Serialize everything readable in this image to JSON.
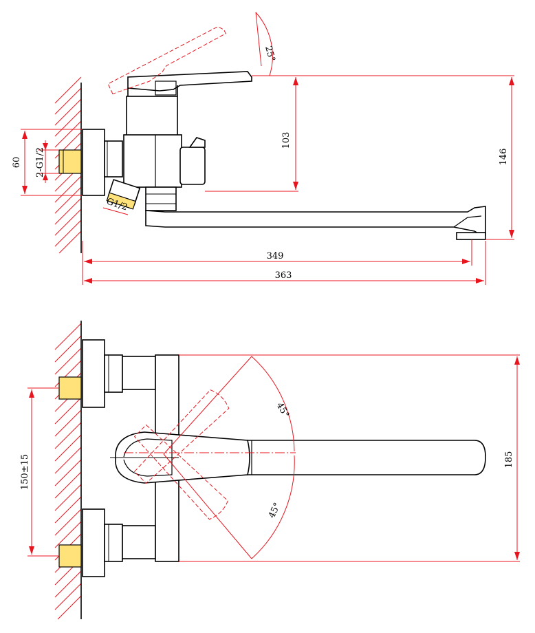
{
  "colors": {
    "dimension": "#e8141e",
    "outline": "#000000",
    "thread": "#ffe27a",
    "background": "#ffffff"
  },
  "top_view": {
    "angle_label": "25°",
    "dim_103": "103",
    "dim_146": "146",
    "dim_60": "60",
    "dim_thread_inlet": "2-G1/2",
    "dim_thread_outlet": "G1/2",
    "dim_349": "349",
    "dim_363": "363"
  },
  "bottom_view": {
    "angle_upper": "45°",
    "angle_lower": "45°",
    "dim_185": "185",
    "dim_spacing": "150±15"
  }
}
